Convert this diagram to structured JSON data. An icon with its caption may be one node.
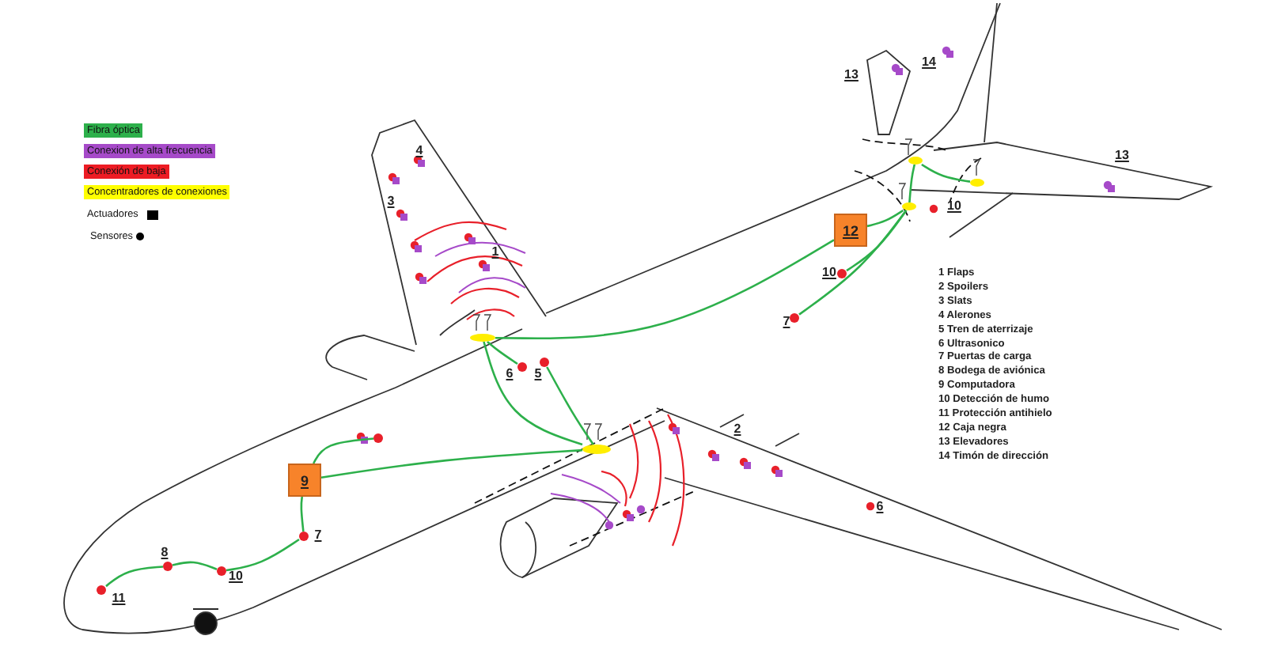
{
  "diagram": {
    "nodes": [
      {
        "text": [
          "9"
        ]
      },
      {
        "text": [
          "12"
        ]
      },
      {
        "text": [],
        "shape": "bar"
      },
      {
        "text": [],
        "shape": "bar"
      },
      {
        "text": [],
        "shape": "bar"
      },
      {
        "text": [],
        "shape": "bar"
      },
      {
        "text": [],
        "shape": "bar"
      },
      {
        "text": [],
        "shape": "circle"
      },
      {
        "text": [],
        "shape": "circle"
      },
      {
        "text": [],
        "shape": "circle"
      },
      {
        "text": [],
        "shape": "circle"
      },
      {
        "text": [],
        "shape": "circle"
      },
      {
        "text": [],
        "shape": "circle"
      },
      {
        "text": [],
        "shape": "circle"
      },
      {
        "text": [],
        "shape": "circle"
      },
      {
        "text": [],
        "shape": "circle"
      }
    ],
    "edges": [
      {
        "from": 2,
        "to": 1,
        "arrow": "none"
      },
      {
        "from": 2,
        "to": 12,
        "arrow": "none"
      },
      {
        "from": 2,
        "to": 3,
        "arrow": "none"
      },
      {
        "from": 13,
        "to": 3,
        "arrow": "none"
      },
      {
        "from": 0,
        "to": 3,
        "arrow": "none"
      },
      {
        "from": 0,
        "to": 11,
        "arrow": "none"
      },
      {
        "from": 0,
        "to": 10,
        "arrow": "none"
      },
      {
        "from": 10,
        "to": 9,
        "arrow": "none"
      },
      {
        "from": 9,
        "to": 8,
        "arrow": "none"
      },
      {
        "from": 8,
        "to": 7,
        "arrow": "none"
      },
      {
        "from": 1,
        "to": 4,
        "arrow": "none"
      },
      {
        "from": 4,
        "to": 5,
        "arrow": "none"
      },
      {
        "from": 5,
        "to": 6,
        "arrow": "none"
      },
      {
        "from": 4,
        "to": 15,
        "arrow": "none"
      },
      {
        "from": 4,
        "to": 14,
        "arrow": "none"
      }
    ],
    "labels": [
      "14",
      "13",
      "4",
      "13",
      "3",
      "10",
      "1",
      "10",
      "7",
      "5",
      "6",
      "2",
      "6",
      "7",
      "8",
      "10",
      "11",
      "1 Flaps",
      "2 Spoilers",
      "3 Slats",
      "4 Alerones",
      "5 Tren de aterrizaje",
      "6 Ultrasonico",
      "7 Puertas de carga",
      "8 Bodega de aviónica",
      "9 Computadora",
      "10 Detección de humo",
      "11 Protección antihielo",
      "12 Caja negra",
      "13 Elevadores",
      "14 Timón de dirección"
    ],
    "legend": [
      {
        "text": "Fibra óptica",
        "color": "#2db04b"
      },
      {
        "text": "Conexion de alta frecuencia",
        "color": "#a64ac9"
      },
      {
        "text": "Conexión de baja",
        "color": "#ed1c24"
      },
      {
        "text": "Concentradores de conexiones",
        "color": "#ffff00"
      },
      {
        "text": "Actuadores"
      },
      {
        "text": "Sensores"
      }
    ]
  }
}
